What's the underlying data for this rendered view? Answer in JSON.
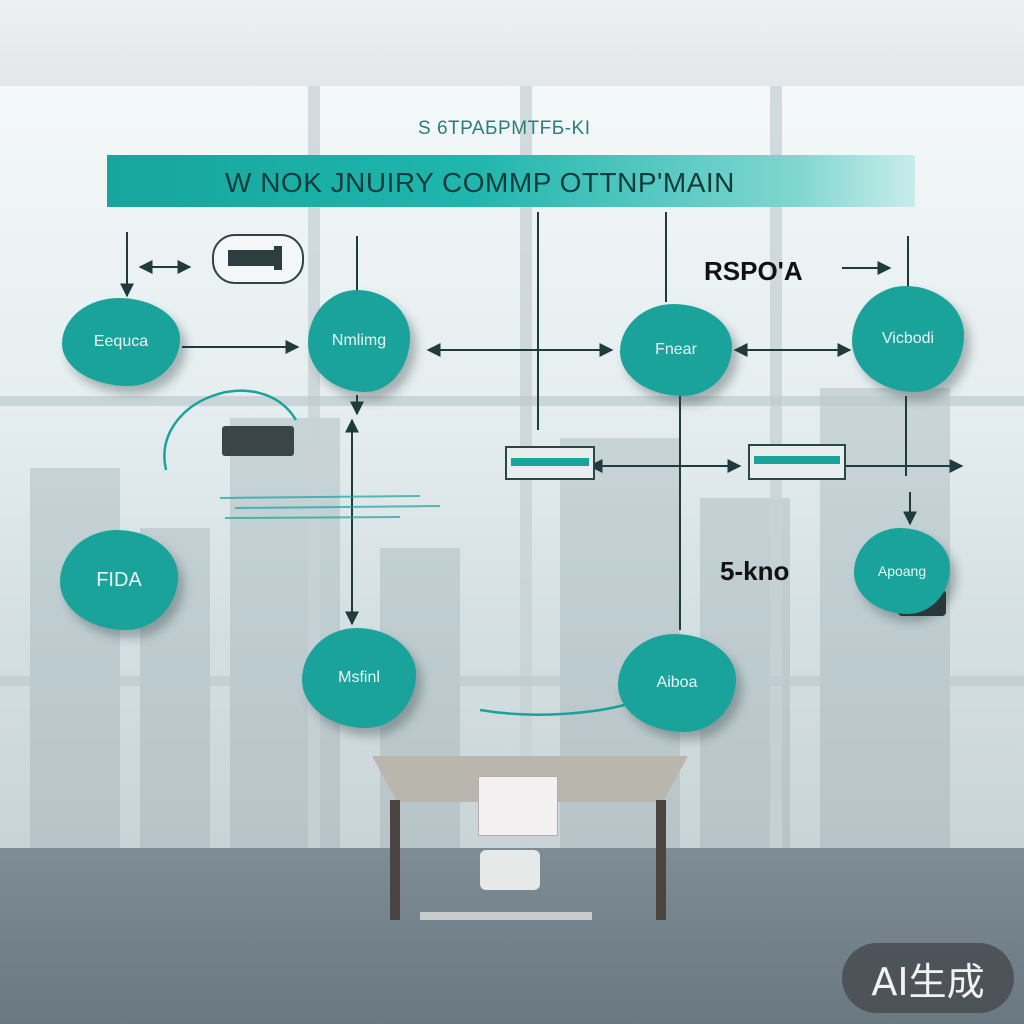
{
  "diagram": {
    "subtitle": "S 6TPAБPMTFБ-KI",
    "title": "W NOK JNUIRY COMMP OTTNP'MAIN",
    "nodes": {
      "eequca": "Eequca",
      "nmlimg": "Nmlimg",
      "fnear": "Fnear",
      "vicbodi": "Vicbodi",
      "fida": "FIDA",
      "msfinl": "Msfinl",
      "aiboa": "Aiboa",
      "apoang": "Apoang"
    },
    "labels": {
      "rspoa": "RSPO'A",
      "skno": "5-kno"
    }
  },
  "watermark": "AI生成",
  "colors": {
    "node": "#19a39b",
    "banner_start": "#15a69d",
    "arrow": "#1f3b3d"
  }
}
